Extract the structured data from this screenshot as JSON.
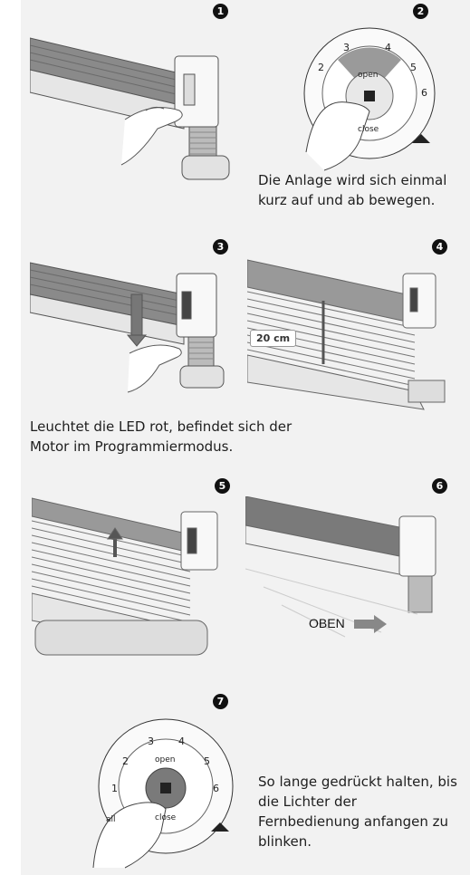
{
  "steps": [
    {
      "number": "1"
    },
    {
      "number": "2"
    },
    {
      "number": "3"
    },
    {
      "number": "4",
      "label": "20 cm"
    },
    {
      "number": "5"
    },
    {
      "number": "6",
      "label": "OBEN"
    },
    {
      "number": "7"
    }
  ],
  "remote": {
    "keys": [
      "1",
      "2",
      "3",
      "4",
      "5",
      "6"
    ],
    "open_label": "open",
    "close_label": "close",
    "all_label": "all"
  },
  "captions": {
    "step2": "Die Anlage wird sich einmal kurz auf und ab bewegen.",
    "step4": "Leuchtet die LED rot, befindet sich der Motor im Programmiermodus.",
    "step7": "So lange gedrückt halten, bis die Lichter der Fernbedienung anfangen zu blinken."
  },
  "colors": {
    "background": "#f2f2f2",
    "badge": "#111111",
    "remote_center": "#7a7a7a"
  }
}
